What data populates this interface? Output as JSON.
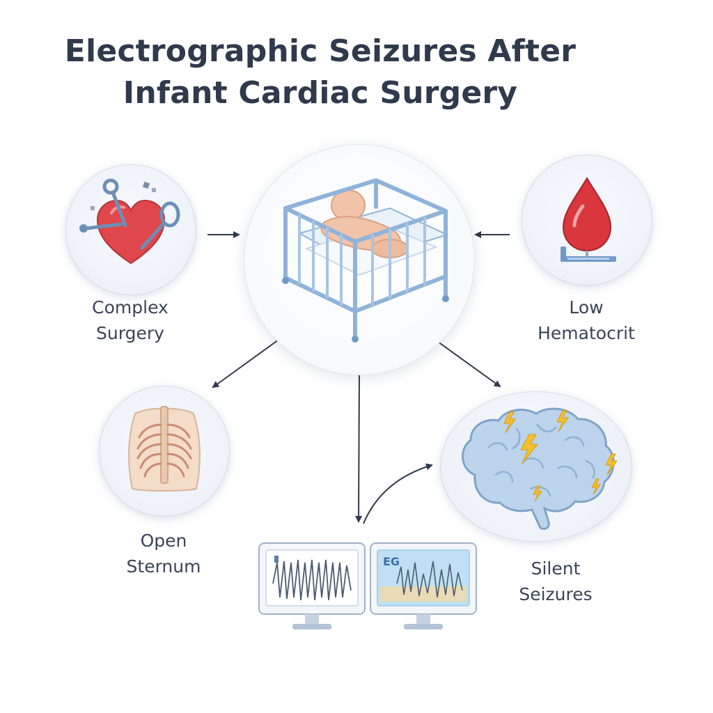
{
  "title": {
    "line1": "Electrographic Seizures After",
    "line2": "Infant Cardiac Surgery"
  },
  "nodes": {
    "complex_surgery": {
      "line1": "Complex",
      "line2": "Surgery",
      "icon": "heart-surgery-icon"
    },
    "low_hematocrit": {
      "line1": "Low",
      "line2": "Hematocrit",
      "icon": "blood-drop-icon"
    },
    "open_sternum": {
      "line1": "Open",
      "line2": "Sternum",
      "icon": "ribcage-icon"
    },
    "silent_seizures": {
      "line1": "Silent",
      "line2": "Seizures",
      "icon": "brain-seizure-icon"
    },
    "infant": {
      "icon": "infant-crib-icon"
    },
    "eeg": {
      "icon": "eeg-monitor-icon",
      "screen_text": "EG"
    }
  },
  "colors": {
    "text": "#2f3a4c",
    "arrow": "#2f3a4c",
    "heart": "#e0474c",
    "blood": "#d9363e",
    "crib": "#8fb3d9",
    "brain": "#b9d2ea",
    "bolt": "#f2c12e"
  }
}
